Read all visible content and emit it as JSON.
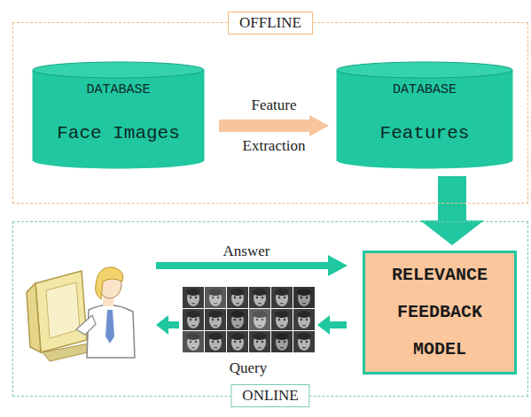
{
  "diagram": {
    "nodes": [
      {
        "text": [
          "OFFLINE"
        ]
      },
      {
        "text": [
          "DATABASE",
          "Face Images"
        ],
        "in": 0
      },
      {
        "text": [
          "DATABASE",
          "Features"
        ],
        "in": 0
      },
      {
        "text": [
          "ONLINE"
        ]
      },
      {
        "text": [
          "RELEVANCE FEEDBACK MODEL"
        ],
        "in": 3
      }
    ],
    "edges": [
      {
        "from": 1,
        "to": 2,
        "label": "Feature Extraction",
        "arrow": "to"
      },
      {
        "from": 2,
        "to": 4,
        "arrow": "to"
      }
    ],
    "labels": [
      "Answer",
      "Query"
    ]
  }
}
